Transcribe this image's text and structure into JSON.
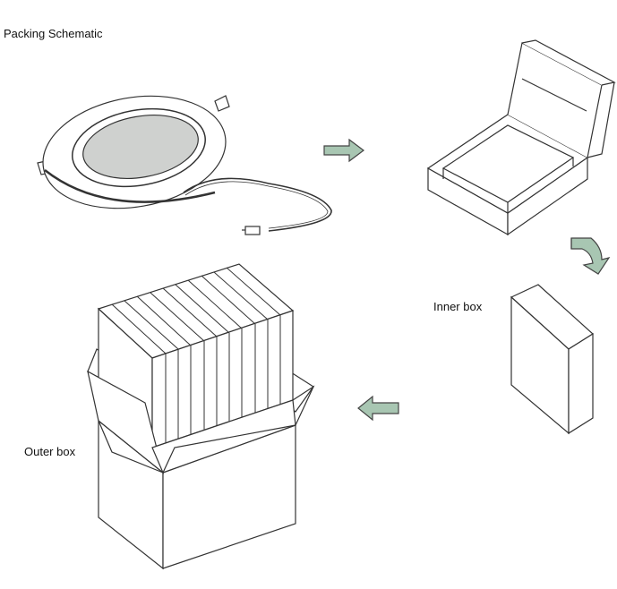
{
  "title": "Packing Schematic",
  "labels": {
    "inner_box": "Inner box",
    "outer_box": "Outer box"
  },
  "colors": {
    "arrow_fill": "#a8c6b2",
    "arrow_stroke": "#444444",
    "line": "#333333",
    "lens_fill": "#cfd1cf",
    "box_fill": "#ffffff"
  },
  "icons": {
    "panel_light": "led-panel-light-illustration",
    "open_box": "open-gift-box-illustration",
    "inner_box": "inner-box-illustration",
    "outer_box": "outer-carton-with-boxes-illustration"
  }
}
